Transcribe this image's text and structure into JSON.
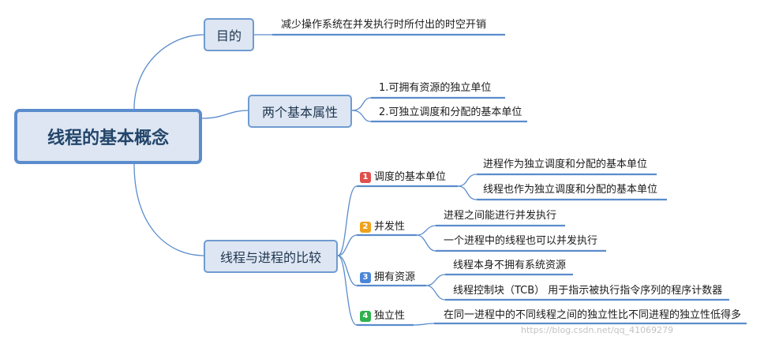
{
  "root": "线程的基本概念",
  "branches": {
    "purpose": {
      "label": "目的",
      "items": [
        "减少操作系统在并发执行时所付出的时空开销"
      ]
    },
    "attributes": {
      "label": "两个基本属性",
      "items": [
        "1.可拥有资源的独立单位",
        "2.可独立调度和分配的基本单位"
      ]
    },
    "comparison": {
      "label": "线程与进程的比较",
      "categories": [
        {
          "num": "1",
          "color": "#e0504c",
          "label": "调度的基本单位",
          "items": [
            "进程作为独立调度和分配的基本单位",
            "线程也作为独立调度和分配的基本单位"
          ]
        },
        {
          "num": "2",
          "color": "#f0a21e",
          "label": "并发性",
          "items": [
            "进程之间能进行并发执行",
            "一个进程中的线程也可以并发执行"
          ]
        },
        {
          "num": "3",
          "color": "#4a86d8",
          "label": "拥有资源",
          "items": [
            "线程本身不拥有系统资源",
            "线程控制块（TCB） 用于指示被执行指令序列的程序计数器"
          ]
        },
        {
          "num": "4",
          "color": "#2fb24e",
          "label": "独立性",
          "items": [
            "在同一进程中的不同线程之间的独立性比不同进程的独立性低得多"
          ]
        }
      ]
    }
  },
  "watermark": "https://blog.csdn.net/qq_41069279",
  "colors": {
    "line": "#5b8ccc",
    "box_fill": "#dde6f2",
    "box_border": "#6f9bd0"
  }
}
